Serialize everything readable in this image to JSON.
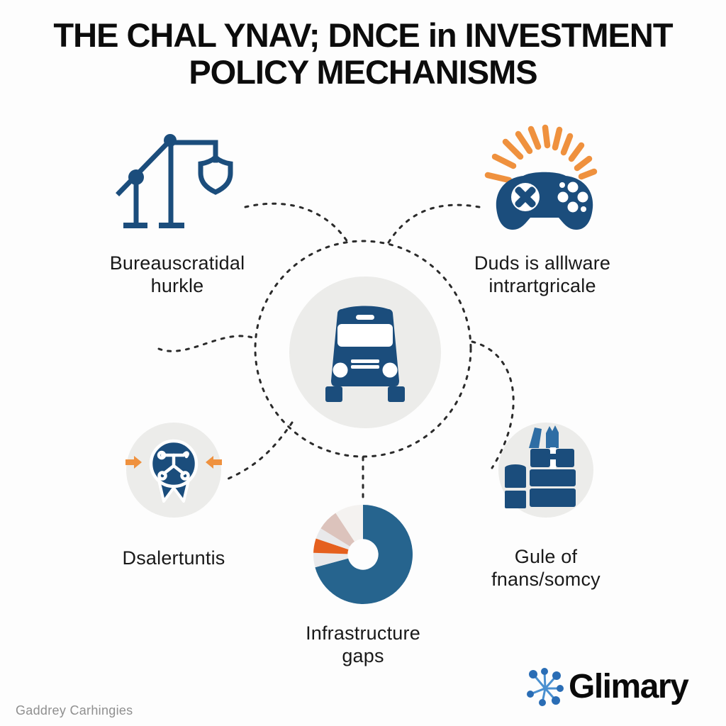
{
  "title": "THE CHAL YNAV; DNCE in INVESTMENT\nPOLICY MECHANISMS",
  "center": {
    "icon": "bus-front-icon"
  },
  "nodes": {
    "bureaucratic": {
      "label": "Bureauscratidal\nhurkle",
      "icon": "balance-scale-shield-icon"
    },
    "software": {
      "label": "Duds is alllware\nintrartgricale",
      "icon": "game-controller-sunburst-icon"
    },
    "alerts": {
      "label": "Dsalertuntis",
      "icon": "award-medal-arrows-icon"
    },
    "infrastructure": {
      "label": "Infrastructure\ngaps",
      "icon": "pie-chart"
    },
    "funds": {
      "label": "Gule of\nfnans/somcy",
      "icon": "barrels-icon"
    }
  },
  "branding": {
    "logo_text": "Glimary",
    "watermark": "Gaddrey Carhingies"
  },
  "colors": {
    "navy": "#1b4d7c",
    "orange": "#ef913e",
    "orange_deep": "#e5601f",
    "circle_gray": "#ececea",
    "pie_blue": "#26648e",
    "pie_gray": "#e9e9eb",
    "pie_pink": "#dcc3bc",
    "pie_offwhite": "#f4f2f0",
    "medium_blue": "#2e6da4",
    "text": "#0c0c0c",
    "watermark_gray": "#8f8f8f",
    "logo_blue": "#2a6db5",
    "logo_blue_light": "#4a90d0",
    "connector": "#2b2b2b"
  },
  "chart_data": {
    "type": "pie",
    "title": "Infrastructure gaps",
    "values": [
      70.8,
      4.7,
      4.7,
      3.6,
      6.9,
      9.3
    ],
    "slice_colors": [
      "pie_blue",
      "pie_gray",
      "orange_deep",
      "pie_gray",
      "pie_pink",
      "pie_offwhite"
    ],
    "donut_hole_ratio": 0.31,
    "start_angle_deg": 0,
    "direction": "clockwise",
    "labels_shown": false,
    "legend": false
  }
}
